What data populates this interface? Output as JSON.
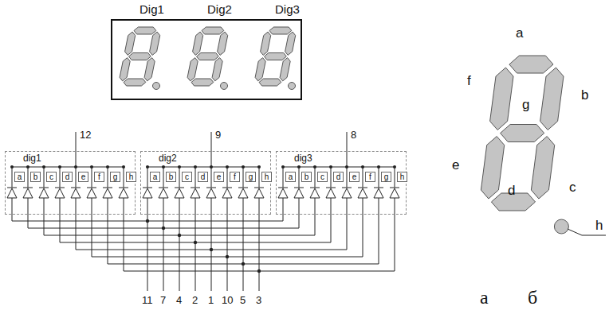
{
  "diagram": {
    "nodes": [
      {
        "text": [
          "dig1",
          "a",
          "b",
          "c",
          "d",
          "e",
          "f",
          "g",
          "h"
        ]
      },
      {
        "text": [
          "dig2",
          "a",
          "b",
          "c",
          "d",
          "e",
          "f",
          "g",
          "h"
        ]
      },
      {
        "text": [
          "dig3",
          "a",
          "b",
          "c",
          "d",
          "e",
          "f",
          "g",
          "h"
        ]
      }
    ],
    "labels": [
      "Dig1",
      "Dig2",
      "Dig3",
      "12",
      "9",
      "8",
      "11",
      "7",
      "4",
      "2",
      "1",
      "10",
      "5",
      "3",
      "а",
      "a",
      "f",
      "b",
      "g",
      "e",
      "c",
      "d",
      "h",
      "б"
    ]
  }
}
